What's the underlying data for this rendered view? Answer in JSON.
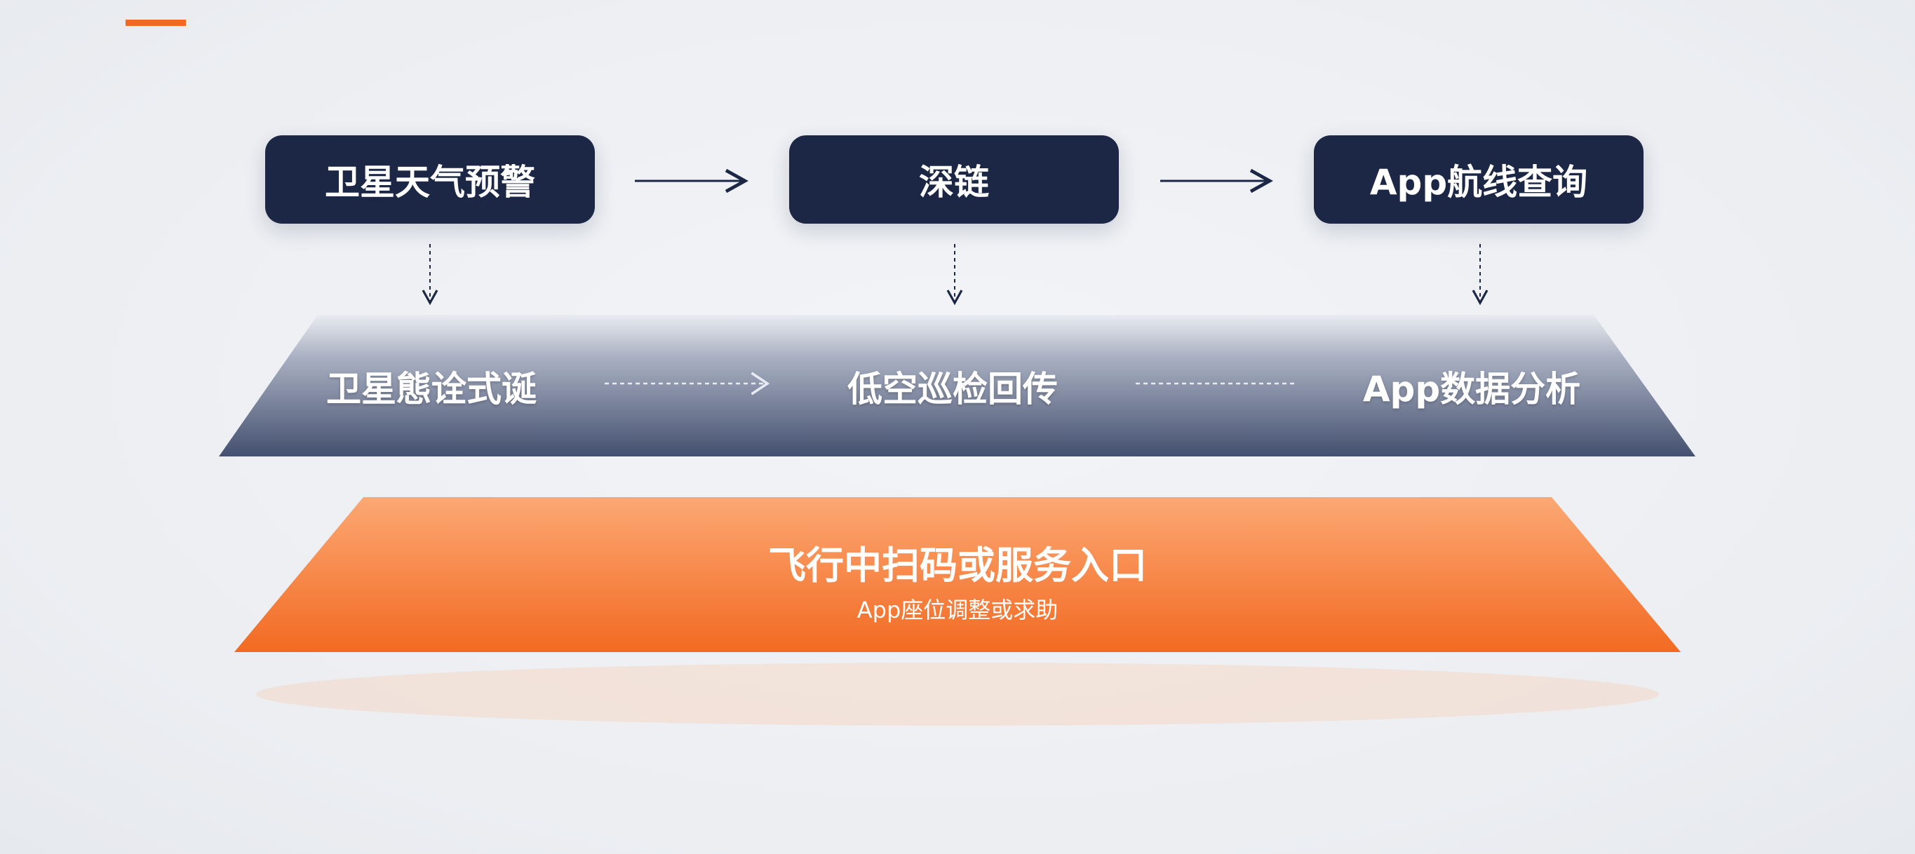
{
  "colors": {
    "accent": "#f26a22",
    "dark": "#1b2744",
    "orange": "#f47a30"
  },
  "top_row": [
    {
      "label": "卫星天气预警"
    },
    {
      "label": "深链"
    },
    {
      "label": "App航线查询"
    }
  ],
  "middle_row": [
    {
      "label": "卫星態诠式诞"
    },
    {
      "label": "低空巡检回传"
    },
    {
      "label": "App数据分析"
    }
  ],
  "bottom": {
    "title": "飞行中扫码或服务入口",
    "subtitle": "App座位调整或求助"
  }
}
